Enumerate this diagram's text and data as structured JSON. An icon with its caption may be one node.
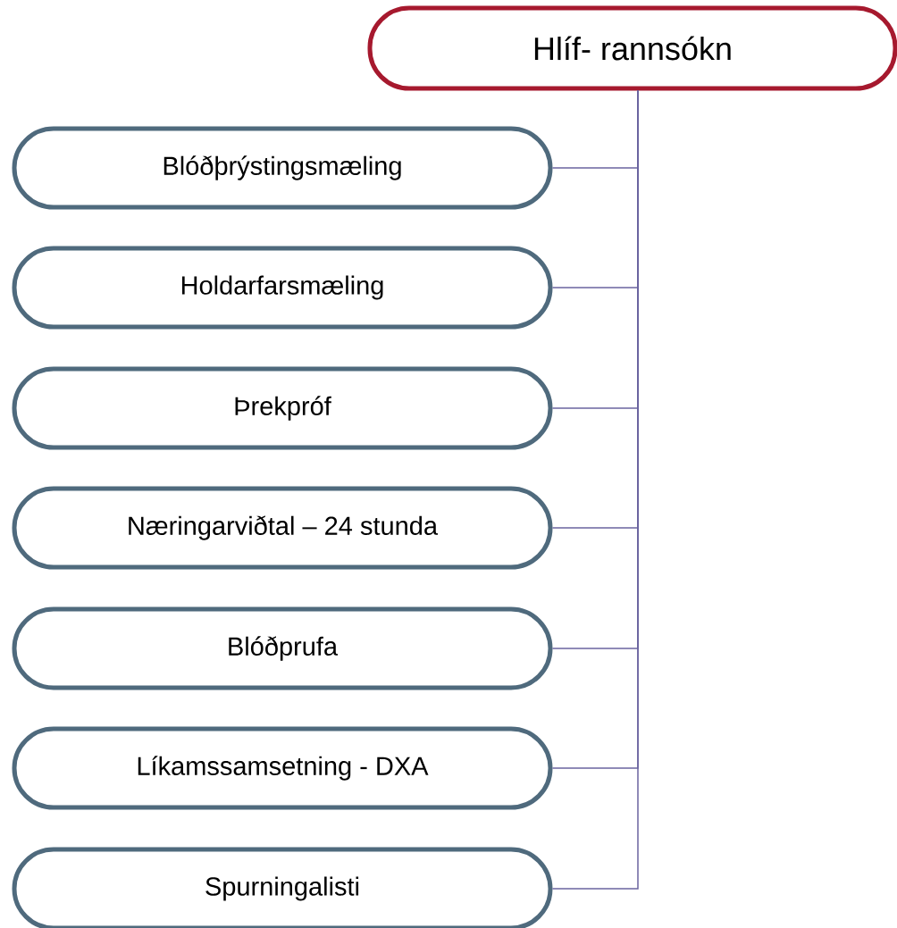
{
  "diagram": {
    "nodes": [
      {
        "text": [
          "Hlíf- rannsókn"
        ]
      },
      {
        "text": [
          "Blóðþrýstingsmæling"
        ]
      },
      {
        "text": [
          "Holdarfarsmæling"
        ]
      },
      {
        "text": [
          "Þrekpróf"
        ]
      },
      {
        "text": [
          "Næringarviðtal – 24 stunda"
        ]
      },
      {
        "text": [
          "Blóðprufa"
        ]
      },
      {
        "text": [
          "Líkamssamsetning - DXA"
        ]
      },
      {
        "text": [
          "Spurningalisti"
        ]
      }
    ],
    "edges": [
      {
        "from": 0,
        "to": 1,
        "arrow": "none"
      },
      {
        "from": 0,
        "to": 2,
        "arrow": "none"
      },
      {
        "from": 0,
        "to": 3,
        "arrow": "none"
      },
      {
        "from": 0,
        "to": 4,
        "arrow": "none"
      },
      {
        "from": 0,
        "to": 5,
        "arrow": "none"
      },
      {
        "from": 0,
        "to": 6,
        "arrow": "none"
      },
      {
        "from": 0,
        "to": 7,
        "arrow": "none"
      }
    ]
  }
}
